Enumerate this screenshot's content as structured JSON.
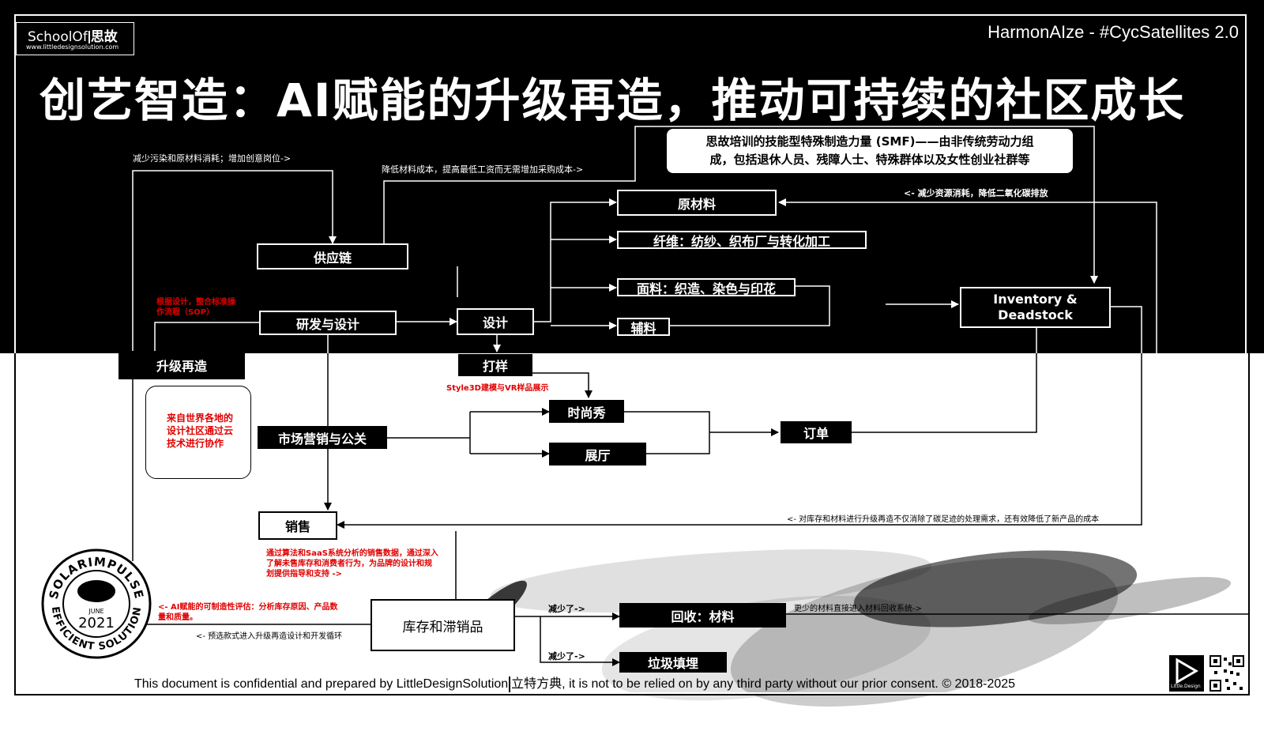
{
  "logo": {
    "brand_en": "SchoolOf",
    "brand_cn": "思故",
    "url": "www.littledesignsolution.com"
  },
  "tagline": "HarmonAIze - #CycSatellites 2.0",
  "title": "创艺智造：AI赋能的升级再造，推动可持续的社区成长",
  "smf_note": {
    "line1": "思故培训的技能型特殊制造力量 (SMF)——由非传统劳动力组",
    "line2": "成，包括退休人员、残障人士、特殊群体以及女性创业社群等"
  },
  "nodes": {
    "raw_materials": "原材料",
    "fiber": "纤维：纺纱、织布厂与转化加工",
    "fabric": "面料：织造、染色与印花",
    "trims": "辅料",
    "supply_chain": "供应链",
    "rnd": "研发与设计",
    "design": "设计",
    "sampling": "打样",
    "upcycle": "升级再造",
    "inventory": "Inventory &\nDeadstock",
    "fashion_show": "时尚秀",
    "showroom": "展厅",
    "marketing": "市场营销与公关",
    "orders": "订单",
    "sales": "销售",
    "stock": "库存和滞销品",
    "recycle": "回收：材料",
    "landfill": "垃圾填埋"
  },
  "labels": {
    "reduce_pollution": "减少污染和原材料消耗；增加创意岗位->",
    "lower_cost": "降低材料成本，提高最低工资而无需增加采购成本->",
    "reduce_resource": "<- 减少资源消耗，降低二氧化碳排放",
    "sop_line1": "根据设计，整合标准操",
    "sop_line2": "作流程（SOP）",
    "style3d": "Style3D建模与VR样品展示",
    "community_text": "来自世界各地的设计社区通过云技术进行协作",
    "upcycle_benefit": "<- 对库存和材料进行升级再造不仅消除了碳足迹的处理需求，还有效降低了新产品的成本",
    "sales_data_line1": "通过算法和SaaS系统分析的销售数据，通过深入",
    "sales_data_line2": "了解未售库存和消费者行为，为品牌的设计和规",
    "sales_data_line3": "划提供指导和支持 ->",
    "ai_assess_line1": "<- AI赋能的可制造性评估：分析库存原因、产品数",
    "ai_assess_line2": "量和质量。",
    "preselect": "<- 预选款式进入升级再造设计和开发循环",
    "reduced_1": "减少了->",
    "reduced_2": "减少了->",
    "less_material": "更少的材料直接进入材料回收系统->"
  },
  "seal": {
    "top": "SOLARIMPULSE",
    "bottom": "EFFICIENT SOLUTION",
    "month": "JUNE",
    "year": "2021"
  },
  "footer": {
    "left": "This document is confidential and prepared by LittleDesignSolution",
    "right": "立特方典, it is not to be relied on by any third party without our prior consent. © 2018-2025"
  },
  "ld_logo_text": "Little.Design",
  "colors": {
    "black": "#000000",
    "white": "#ffffff",
    "accent_red": "#e00000"
  }
}
